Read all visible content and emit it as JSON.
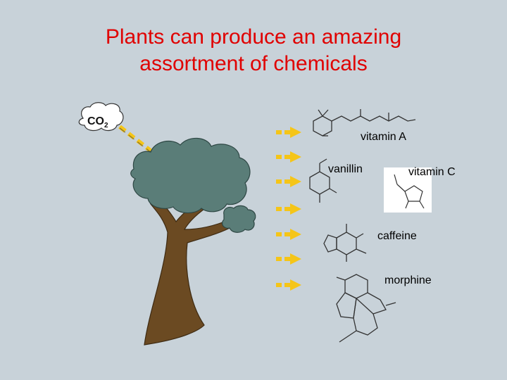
{
  "title": {
    "line1": "Plants can produce an amazing",
    "line2": "assortment of chemicals"
  },
  "co2": {
    "main": "CO",
    "sub": "2"
  },
  "compounds": {
    "vitamin_a": "vitamin A",
    "vanillin": "vanillin",
    "vitamin_c": "vitamin C",
    "caffeine": "caffeine",
    "morphine": "morphine"
  },
  "colors": {
    "title": "#e00000",
    "background": "#c8d2d9",
    "arrow": "#f5c518",
    "arrow_dark": "#3a3a3a",
    "trunk": "#6b4a22",
    "canopy": "#5a7d78"
  }
}
